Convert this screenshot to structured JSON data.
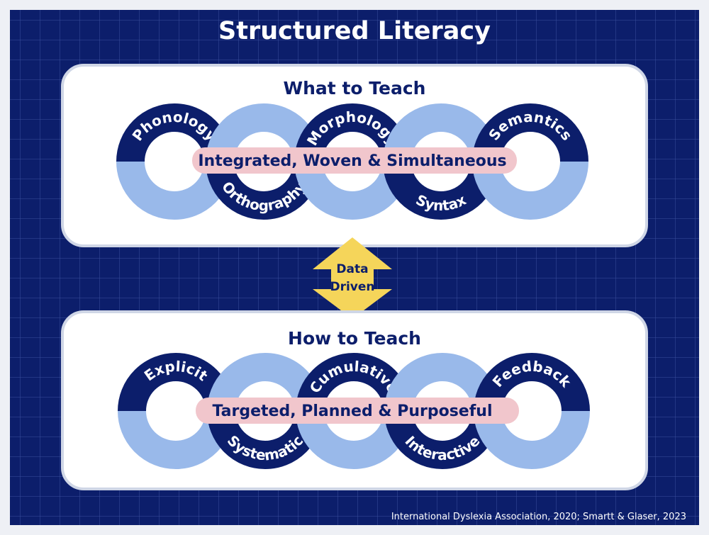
{
  "title": "Structured Literacy",
  "colors": {
    "navy": "#0c1e6b",
    "light_blue": "#99b9ea",
    "pink_band": "#f1c6cc",
    "arrow_yellow": "#f5d55a",
    "panel_white": "#ffffff"
  },
  "what": {
    "heading": "What to Teach",
    "band": "Integrated, Woven & Simultaneous",
    "rings": [
      "Phonology",
      "Orthography",
      "Morphology",
      "Syntax",
      "Semantics"
    ]
  },
  "arrow": {
    "line1": "Data",
    "line2": "Driven"
  },
  "how": {
    "heading": "How to Teach",
    "band": "Targeted, Planned & Purposeful",
    "rings": [
      "Explicit",
      "Systematic",
      "Cumulative",
      "Interactive",
      "Feedback"
    ]
  },
  "credit": "International Dyslexia Association, 2020; Smartt & Glaser, 2023"
}
